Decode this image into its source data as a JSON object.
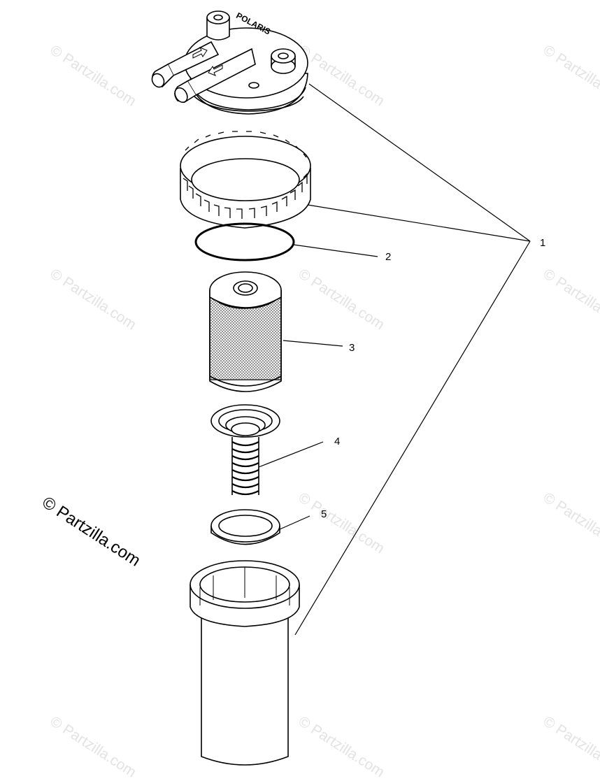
{
  "watermark": "© Partzilla.com",
  "background_watermark": "© Partzilla.com",
  "callouts": [
    {
      "number": "1"
    },
    {
      "number": "2"
    },
    {
      "number": "3"
    },
    {
      "number": "4"
    },
    {
      "number": "5"
    }
  ],
  "cap_logo_text": "POLARIS"
}
